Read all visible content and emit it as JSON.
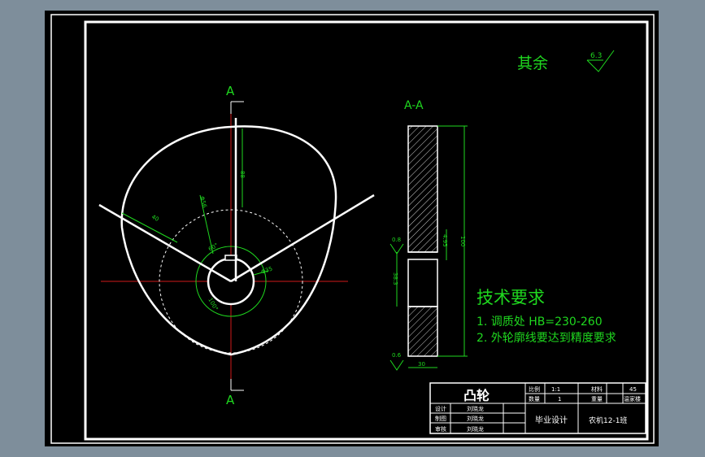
{
  "colors": {
    "background": "#7e8e9b",
    "sheet": "#000000",
    "outline": "#ffffff",
    "annotation": "#1fd81f",
    "centerline": "#d11a1a"
  },
  "surface_finish": {
    "label": "其余",
    "value": "6.3"
  },
  "section_labels": {
    "top": "A",
    "bottom": "A",
    "section_title": "A-A"
  },
  "front_view": {
    "dim_a": "88",
    "dim_b": "40",
    "dim_c": "Φ56",
    "dim_d": "60°",
    "dim_e": "Φ35",
    "dim_f": "100°"
  },
  "section_view": {
    "height": "100",
    "keyway": "4.95",
    "bore": "38.3",
    "width": "30",
    "finish_top": "0.8",
    "finish_bottom": "0.6"
  },
  "tech_requirements": {
    "title": "技术要求",
    "items": [
      "1. 调质处 HB=230-260",
      "2. 外轮廓线要达到精度要求"
    ]
  },
  "title_block": {
    "part_name": "凸轮",
    "scale_label": "比例",
    "scale": "1:1",
    "material_label": "材料",
    "material": "45",
    "qty_label": "数量",
    "qty": "1",
    "weight_label": "重量",
    "weight": "温家楼",
    "design_label": "设计",
    "design_val": "刘晓龙",
    "draw_label": "制图",
    "draw_val": "刘晓龙",
    "review_label": "审核",
    "review_val": "刘晓龙",
    "project": "毕业设计",
    "class": "农机12-1班"
  }
}
